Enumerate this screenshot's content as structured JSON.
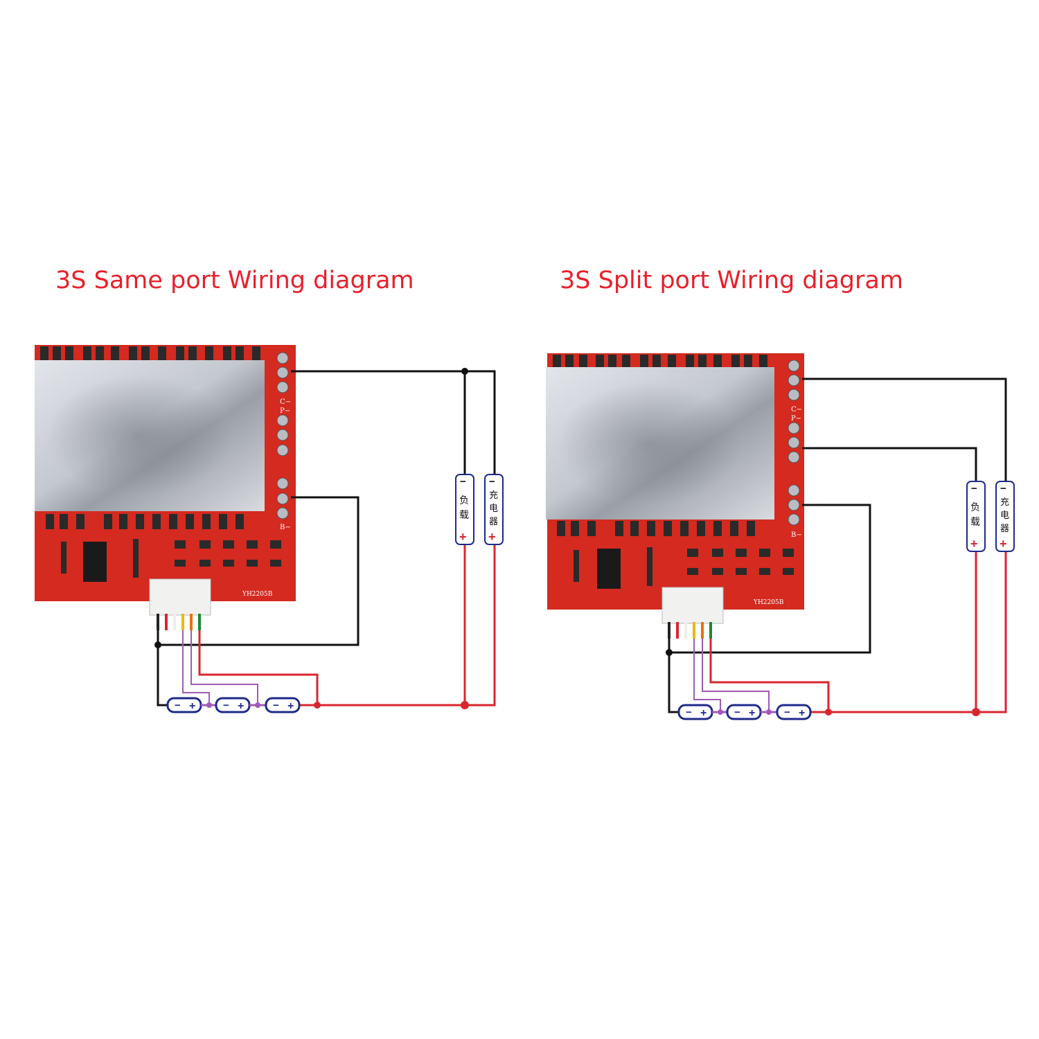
{
  "titles": {
    "same_port": "3S Same port Wiring diagram",
    "split_port": "3S Split port Wiring diagram"
  },
  "board": {
    "model": "YH2205B",
    "pad_c": "C−",
    "pad_p": "P−",
    "pad_b": "B−"
  },
  "battery": {
    "minus": "−",
    "plus": "+"
  },
  "load_label": {
    "minus": "−",
    "chars": [
      "负",
      "载"
    ],
    "plus": "+"
  },
  "charger_label": {
    "minus": "−",
    "chars": [
      "充",
      "电",
      "器"
    ],
    "plus": "+"
  },
  "colors": {
    "title": "#e8202a",
    "wire_black": "#111111",
    "wire_red": "#d9262e",
    "wire_purple": "#a05ab4",
    "battery_outline": "#1d2a8a",
    "pcb": "#d42a20",
    "heatsink": "#c9cdd3"
  }
}
